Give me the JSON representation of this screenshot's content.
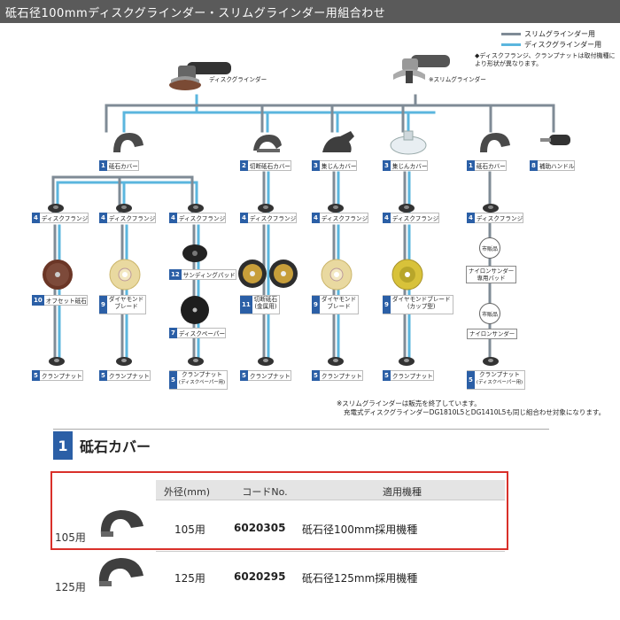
{
  "header": {
    "title": "砥石径100mmディスクグラインダー・スリムグラインダー用組合わせ"
  },
  "legend": [
    {
      "label": "スリムグラインダー用",
      "color": "#7f8b96"
    },
    {
      "label": "ディスクグラインダー用",
      "color": "#5bb6de"
    }
  ],
  "note_top": "◆ディスクフランジ、クランプナットは取付機種により形状が異なります。",
  "tools": {
    "disk": "ディスクグラインダー",
    "slim": "※スリムグラインダー"
  },
  "covers": [
    {
      "num": "1",
      "name": "砥石カバー"
    },
    {
      "num": "2",
      "name": "切断砥石カバー"
    },
    {
      "num": "3",
      "name": "集じんカバー"
    },
    {
      "num": "3",
      "name": "集じんカバー"
    },
    {
      "num": "1",
      "name": "砥石カバー"
    },
    {
      "num": "8",
      "name": "補助ハンドル"
    }
  ],
  "flanges": [
    {
      "num": "4",
      "name": "ディスクフランジ"
    },
    {
      "num": "4",
      "name": "ディスクフランジ"
    },
    {
      "num": "4",
      "name": "ディスクフランジ"
    },
    {
      "num": "4",
      "name": "ディスクフランジ"
    },
    {
      "num": "4",
      "name": "ディスクフランジ"
    },
    {
      "num": "4",
      "name": "ディスクフランジ"
    },
    {
      "num": "4",
      "name": "ディスクフランジ"
    }
  ],
  "wheels": {
    "offset": {
      "num": "10",
      "name": "オフセット砥石"
    },
    "diamond1": {
      "num": "9",
      "name": "ダイヤモンド",
      "name2": "ブレード"
    },
    "sanding_pad": {
      "num": "12",
      "name": "サンディングパッド"
    },
    "disk_paper": {
      "num": "7",
      "name": "ディスクペーパー"
    },
    "cutoff": {
      "num": "11",
      "name": "切断砥石",
      "name2": "(金属用)"
    },
    "diamond2": {
      "num": "9",
      "name": "ダイヤモンド",
      "name2": "ブレード"
    },
    "diamond_cup": {
      "num": "9",
      "name": "ダイヤモンドブレード",
      "name2": "(カップ型)"
    },
    "market1": "市販品",
    "nylon_pad": {
      "line1": "ナイロンサンダー",
      "line2": "専用パッド"
    },
    "market2": "市販品",
    "nylon_sander": "ナイロンサンダー"
  },
  "nuts": [
    {
      "num": "5",
      "name": "クランプナット"
    },
    {
      "num": "5",
      "name": "クランプナット"
    },
    {
      "num": "5",
      "name": "クランプナット",
      "sub": "(ディスクペーパー用)"
    },
    {
      "num": "5",
      "name": "クランプナット"
    },
    {
      "num": "5",
      "name": "クランプナット"
    },
    {
      "num": "5",
      "name": "クランプナット"
    },
    {
      "num": "5",
      "name": "クランプナット",
      "sub": "(ディスクペーパー用)"
    }
  ],
  "note_bottom": {
    "line1": "※スリムグラインダーは販売を終了しています。",
    "line2": "充電式ディスクグラインダーDG1810L5とDG1410L5も同じ組合わせ対象になります。"
  },
  "section": {
    "num": "1",
    "title": "砥石カバー"
  },
  "table": {
    "headers": [
      "外径(mm)",
      "コードNo.",
      "適用機種"
    ],
    "rows": [
      {
        "label": "105用",
        "size": "105用",
        "code": "6020305",
        "model": "砥石径100mm採用機種"
      },
      {
        "label": "125用",
        "size": "125用",
        "code": "6020295",
        "model": "砥石径125mm採用機種"
      }
    ]
  }
}
